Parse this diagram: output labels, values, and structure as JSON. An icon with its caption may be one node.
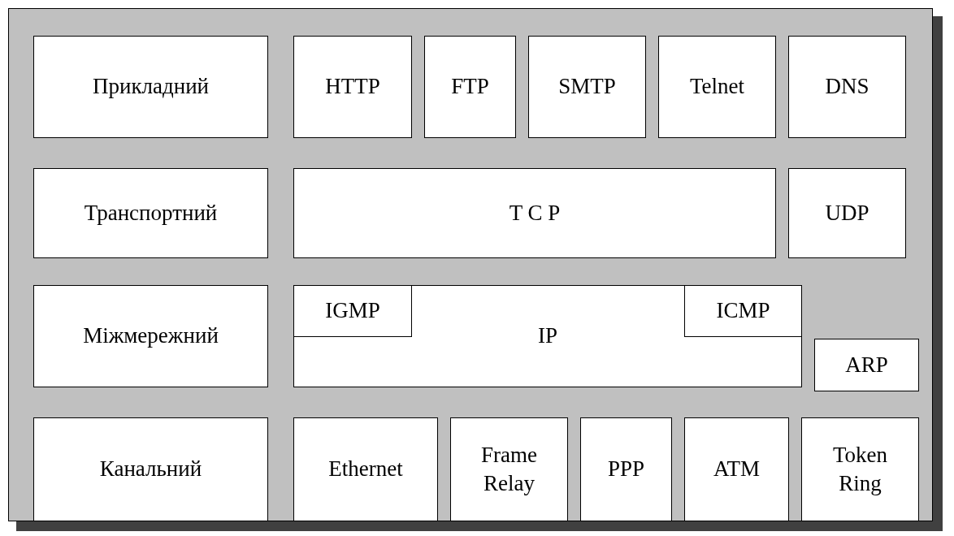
{
  "diagram": {
    "nodes": [
      {
        "text": [
          "Прикладний"
        ]
      },
      {
        "text": [
          "HTTP"
        ]
      },
      {
        "text": [
          "FTP"
        ]
      },
      {
        "text": [
          "SMTP"
        ]
      },
      {
        "text": [
          "Telnet"
        ]
      },
      {
        "text": [
          "DNS"
        ]
      },
      {
        "text": [
          "Транспортний"
        ]
      },
      {
        "text": [
          "T C P"
        ]
      },
      {
        "text": [
          "UDP"
        ]
      },
      {
        "text": [
          "Міжмережний"
        ]
      },
      {
        "text": [
          "IP"
        ]
      },
      {
        "text": [
          "IGMP"
        ],
        "in": 10
      },
      {
        "text": [
          "ICMP"
        ],
        "in": 10
      },
      {
        "text": [
          "ARP"
        ]
      },
      {
        "text": [
          "Канальний"
        ]
      },
      {
        "text": [
          "Ethernet"
        ]
      },
      {
        "text": [
          "Frame Relay"
        ]
      },
      {
        "text": [
          "PPP"
        ]
      },
      {
        "text": [
          "ATM"
        ]
      },
      {
        "text": [
          "Token Ring"
        ]
      }
    ]
  }
}
